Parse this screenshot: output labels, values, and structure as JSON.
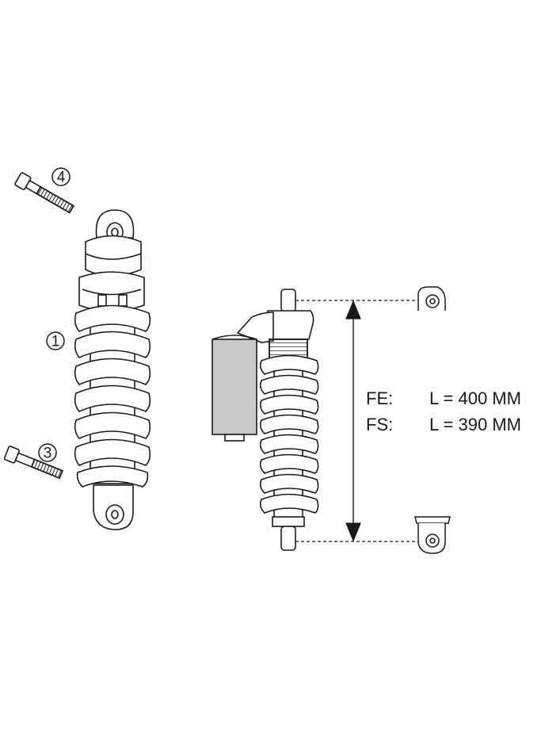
{
  "callouts": {
    "shock_absorber": "1",
    "lower_bolt": "3",
    "upper_bolt": "4"
  },
  "specs": [
    {
      "model": "FE:",
      "value": "L = 400 MM"
    },
    {
      "model": "FS:",
      "value": "L = 390 MM"
    }
  ],
  "colors": {
    "line": "#1a1a1a",
    "reservoir": "#c9c9c9",
    "fill": "#ffffff"
  }
}
